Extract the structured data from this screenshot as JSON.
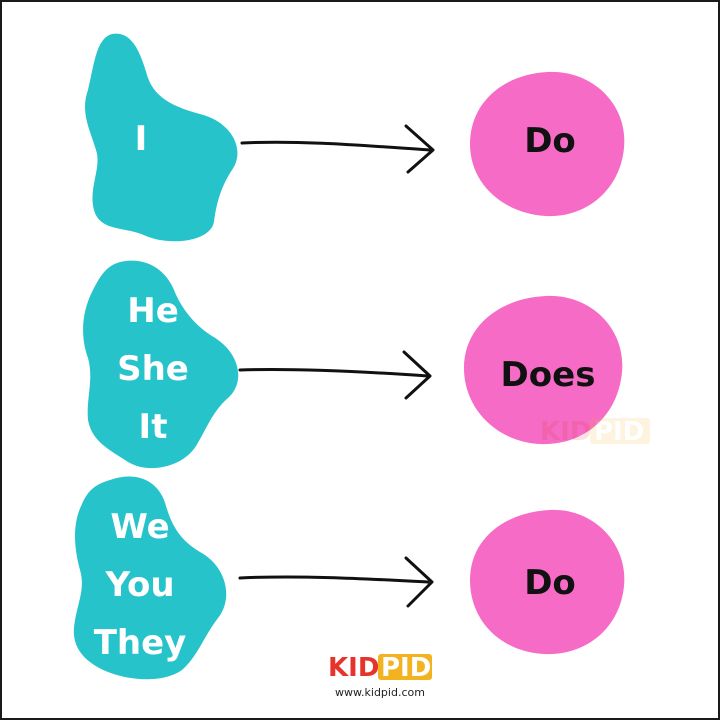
{
  "rows": [
    {
      "pronouns": [
        "I"
      ],
      "verb": "Do"
    },
    {
      "pronouns": [
        "He",
        "She",
        "It"
      ],
      "verb": "Does"
    },
    {
      "pronouns": [
        "We",
        "You",
        "They"
      ],
      "verb": "Do"
    }
  ],
  "watermark": {
    "kid": "KID",
    "pid": "PID"
  },
  "logo": {
    "kid": "KID",
    "pid": "PID",
    "url": "www.kidpid.com"
  },
  "colors": {
    "blob": "#27c3cb",
    "circle": "#f56bc5",
    "arrow": "#111111",
    "logo_red": "#e6342c",
    "logo_yellow": "#f3b21f"
  }
}
